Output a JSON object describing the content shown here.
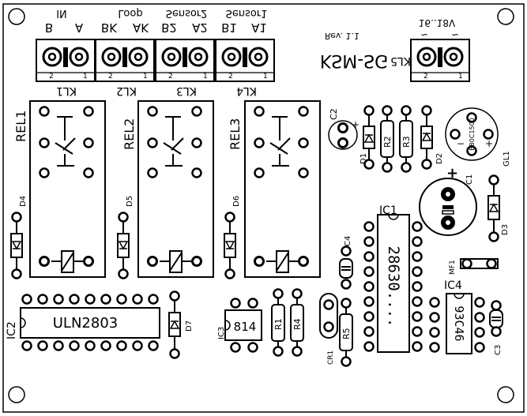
{
  "board": {
    "title": "KSM-SG",
    "revision": "Rev. 1.1"
  },
  "top_labels": {
    "in": "IN",
    "loop": "Loop",
    "sensor2": "Sensor2",
    "sensor1": "Sensor1",
    "b": "B",
    "a": "A",
    "bk": "BK",
    "ak": "AK",
    "b2": "B2",
    "a2": "A2",
    "b1": "B1",
    "a1": "A1"
  },
  "terminals": [
    {
      "name": "KL1",
      "pin_left": "2",
      "pin_right": "1"
    },
    {
      "name": "KL2",
      "pin_left": "2",
      "pin_right": "1"
    },
    {
      "name": "KL3",
      "pin_left": "2",
      "pin_right": "1"
    },
    {
      "name": "KL4",
      "pin_left": "2",
      "pin_right": "1"
    },
    {
      "name": "KL5",
      "pin_left": "2",
      "pin_right": "1"
    }
  ],
  "power": {
    "voltage": "16..18V",
    "ac1": "~",
    "ac2": "~"
  },
  "relays": [
    "REL1",
    "REL2",
    "REL3"
  ],
  "diodes": [
    "D1",
    "D2",
    "D3",
    "D4",
    "D5",
    "D6",
    "D7"
  ],
  "resistors": [
    "R1",
    "R2",
    "R3",
    "R4",
    "R5"
  ],
  "capacitors": [
    "C1",
    "C2",
    "C3",
    "C4"
  ],
  "rectifier": {
    "name": "GL1",
    "marking": "B80C1500",
    "minus": "−",
    "plus": "+"
  },
  "ics": {
    "ic1": {
      "name": "IC1",
      "part": "28630...."
    },
    "ic2": {
      "name": "IC2",
      "part": "ULN2803"
    },
    "ic3": {
      "name": "IC3",
      "part": "814"
    },
    "ic4": {
      "name": "IC4",
      "part": "93C46"
    }
  },
  "other": {
    "crystal": "CR1",
    "mf": "MF1",
    "plus": "+"
  }
}
